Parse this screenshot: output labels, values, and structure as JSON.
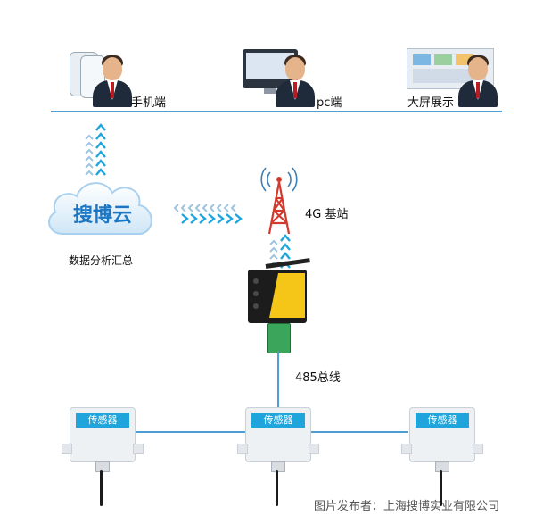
{
  "top_nodes": [
    {
      "label": "手机端"
    },
    {
      "label": "pc端"
    },
    {
      "label": "大屏展示"
    }
  ],
  "cloud": {
    "title": "搜博云",
    "subtitle": "数据分析汇总"
  },
  "base_station": {
    "label": "4G 基站"
  },
  "bus": {
    "label": "485总线"
  },
  "sensors": [
    {
      "label": "传感器"
    },
    {
      "label": "传感器"
    },
    {
      "label": "传感器"
    }
  ],
  "credit": "图片发布者：上海搜博实业有限公司",
  "colors": {
    "accent": "#1fa4dc",
    "line": "#4f9fd6",
    "tower_red": "#d23a2f",
    "device_yellow": "#f5c517"
  }
}
